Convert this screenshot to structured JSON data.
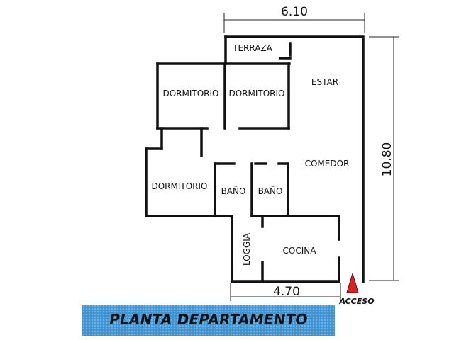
{
  "rooms": {
    "terraza": "TERRAZA",
    "estar": "ESTAR",
    "dormitorio_1": "DORMITORIO",
    "dormitorio_2": "DORMITORIO",
    "dormitorio_3": "DORMITORIO",
    "comedor": "COMEDOR",
    "bano_1": "BAÑO",
    "bano_2": "BAÑO",
    "loggia": "LOGGIA",
    "cocina": "COCINA"
  },
  "dimensions": {
    "width_top": "6.10",
    "height_right": "10.80",
    "width_bottom": "4.70"
  },
  "entrance": {
    "label": "ACCESO",
    "color": "#e02020"
  },
  "title": {
    "text": "PLANTA DEPARTAMENTO",
    "background": "#3f94d3"
  }
}
